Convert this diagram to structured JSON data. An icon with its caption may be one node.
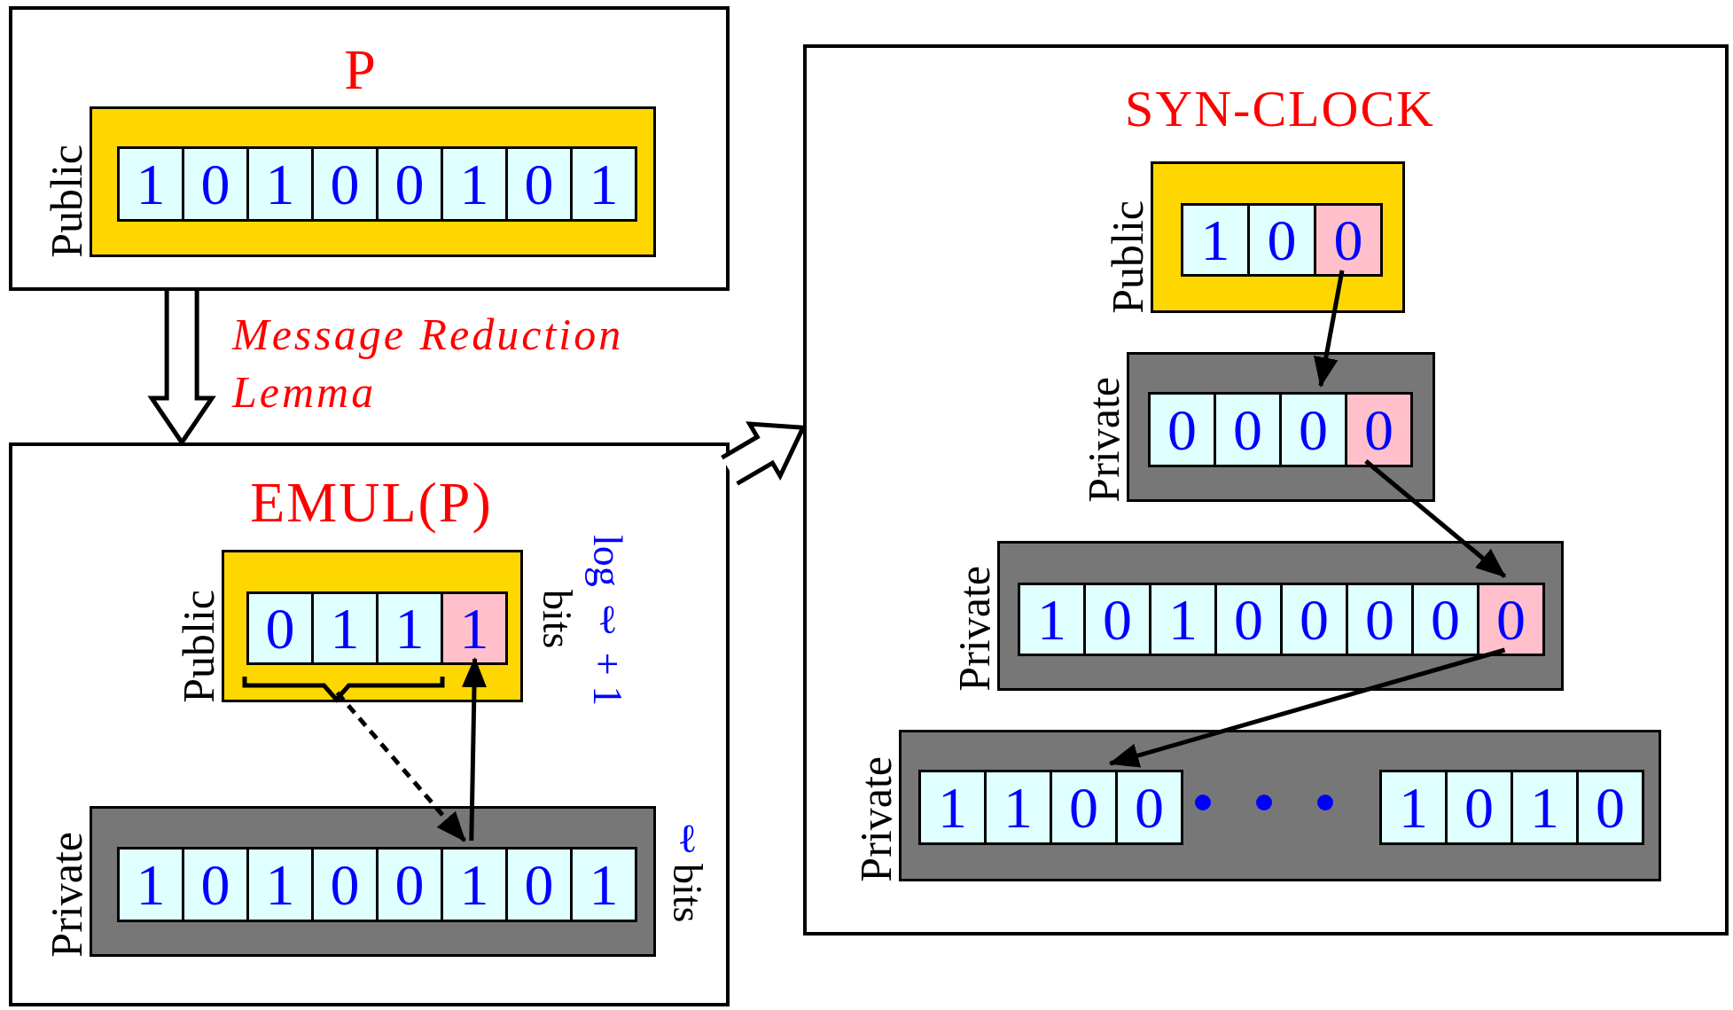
{
  "diagram": {
    "nodes": [
      {
        "text": [
          "P"
        ]
      },
      {
        "text": [
          "Public"
        ],
        "in": 0
      },
      {
        "text": [
          "1"
        ],
        "in": 1
      },
      {
        "text": [
          "0"
        ],
        "in": 1
      },
      {
        "text": [
          "1"
        ],
        "in": 1
      },
      {
        "text": [
          "0"
        ],
        "in": 1
      },
      {
        "text": [
          "0"
        ],
        "in": 1
      },
      {
        "text": [
          "1"
        ],
        "in": 1
      },
      {
        "text": [
          "0"
        ],
        "in": 1
      },
      {
        "text": [
          "1"
        ],
        "in": 1
      },
      {
        "text": [
          "EMUL(P)"
        ]
      },
      {
        "text": [
          "Public"
        ],
        "in": 10,
        "beside": [
          "log ℓ + 1",
          "bits"
        ]
      },
      {
        "text": [
          "0"
        ],
        "in": 11
      },
      {
        "text": [
          "1"
        ],
        "in": 11
      },
      {
        "text": [
          "1"
        ],
        "in": 11
      },
      {
        "text": [
          "1"
        ],
        "in": 11
      },
      {
        "text": [],
        "shape": "brace",
        "in": 11
      },
      {
        "text": [
          "Private"
        ],
        "in": 10,
        "beside": [
          "ℓ",
          "bits"
        ]
      },
      {
        "text": [
          "1"
        ],
        "in": 17
      },
      {
        "text": [
          "0"
        ],
        "in": 17
      },
      {
        "text": [
          "1"
        ],
        "in": 17
      },
      {
        "text": [
          "0"
        ],
        "in": 17
      },
      {
        "text": [
          "0"
        ],
        "in": 17
      },
      {
        "text": [
          "1"
        ],
        "in": 17
      },
      {
        "text": [
          "0"
        ],
        "in": 17
      },
      {
        "text": [
          "1"
        ],
        "in": 17
      },
      {
        "text": [
          "SYN-CLOCK"
        ]
      },
      {
        "text": [
          "Public"
        ],
        "in": 26
      },
      {
        "text": [
          "1"
        ],
        "in": 27
      },
      {
        "text": [
          "0"
        ],
        "in": 27
      },
      {
        "text": [
          "0"
        ],
        "in": 27
      },
      {
        "text": [
          "Private"
        ],
        "in": 26
      },
      {
        "text": [
          "0"
        ],
        "in": 31
      },
      {
        "text": [
          "0"
        ],
        "in": 31
      },
      {
        "text": [
          "0"
        ],
        "in": 31
      },
      {
        "text": [
          "0"
        ],
        "in": 31
      },
      {
        "text": [
          "Private"
        ],
        "in": 26
      },
      {
        "text": [
          "1"
        ],
        "in": 36
      },
      {
        "text": [
          "0"
        ],
        "in": 36
      },
      {
        "text": [
          "1"
        ],
        "in": 36
      },
      {
        "text": [
          "0"
        ],
        "in": 36
      },
      {
        "text": [
          "0"
        ],
        "in": 36
      },
      {
        "text": [
          "0"
        ],
        "in": 36
      },
      {
        "text": [
          "0"
        ],
        "in": 36
      },
      {
        "text": [
          "0"
        ],
        "in": 36
      },
      {
        "text": [
          "Private"
        ],
        "in": 26
      },
      {
        "text": [
          "1"
        ],
        "in": 45
      },
      {
        "text": [
          "1"
        ],
        "in": 45
      },
      {
        "text": [
          "0"
        ],
        "in": 45
      },
      {
        "text": [
          "0"
        ],
        "in": 45
      },
      {
        "text": [
          "1"
        ],
        "in": 45
      },
      {
        "text": [
          "0"
        ],
        "in": 45
      },
      {
        "text": [
          "1"
        ],
        "in": 45
      },
      {
        "text": [
          "0"
        ],
        "in": 45
      }
    ],
    "edges": [
      {
        "from": 0,
        "to": 10,
        "arrow": "to",
        "style": "thick",
        "label": "Message Reduction Lemma"
      },
      {
        "from": 10,
        "to": 26,
        "arrow": "to",
        "style": "thick"
      },
      {
        "from": 16,
        "to": 23,
        "arrow": "to",
        "style": "dashed"
      },
      {
        "from": 23,
        "to": 15,
        "arrow": "to"
      },
      {
        "from": 30,
        "to": 34,
        "arrow": "to"
      },
      {
        "from": 35,
        "to": 44,
        "arrow": "to"
      },
      {
        "from": 44,
        "to": 49,
        "arrow": "to"
      }
    ]
  }
}
